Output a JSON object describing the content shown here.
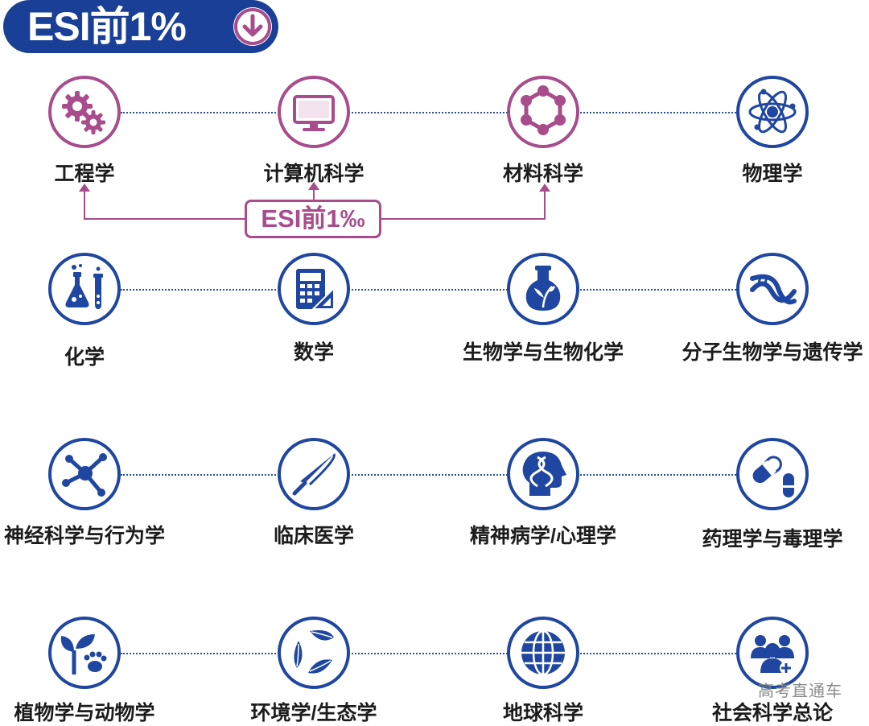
{
  "header": {
    "title": "ESI前1%"
  },
  "badge": {
    "label": "ESI前1‰"
  },
  "watermark": "高考直通车",
  "rows": [
    {
      "items": [
        {
          "label": "工程学",
          "icon": "gears-icon",
          "color": "#a84c8c"
        },
        {
          "label": "计算机科学",
          "icon": "computer-monitor-icon",
          "color": "#a84c8c"
        },
        {
          "label": "材料科学",
          "icon": "molecule-hexagon-icon",
          "color": "#a84c8c"
        },
        {
          "label": "物理学",
          "icon": "atom-icon",
          "color": "#1f46a0"
        }
      ]
    },
    {
      "items": [
        {
          "label": "化学",
          "icon": "lab-flasks-icon",
          "color": "#1f46a0"
        },
        {
          "label": "数学",
          "icon": "calculator-ruler-icon",
          "color": "#1f46a0"
        },
        {
          "label": "生物学与生物化学",
          "icon": "plant-flask-icon",
          "color": "#1f46a0"
        },
        {
          "label": "分子生物学与遗传学",
          "icon": "dna-helix-icon",
          "color": "#1f46a0"
        }
      ]
    },
    {
      "items": [
        {
          "label": "神经科学与行为学",
          "icon": "neuron-network-icon",
          "color": "#1f46a0"
        },
        {
          "label": "临床医学",
          "icon": "scalpel-icon",
          "color": "#1f46a0"
        },
        {
          "label": "精神病学/心理学",
          "icon": "head-dna-icon",
          "color": "#1f46a0"
        },
        {
          "label": "药理学与毒理学",
          "icon": "pills-icon",
          "color": "#1f46a0"
        }
      ]
    },
    {
      "items": [
        {
          "label": "植物学与动物学",
          "icon": "sprout-paw-icon",
          "color": "#1f46a0"
        },
        {
          "label": "环境学/生态学",
          "icon": "leaves-cycle-icon",
          "color": "#1f46a0"
        },
        {
          "label": "地球科学",
          "icon": "globe-icon",
          "color": "#1f46a0"
        },
        {
          "label": "社会科学总论",
          "icon": "people-group-icon",
          "color": "#1f46a0"
        }
      ]
    }
  ]
}
